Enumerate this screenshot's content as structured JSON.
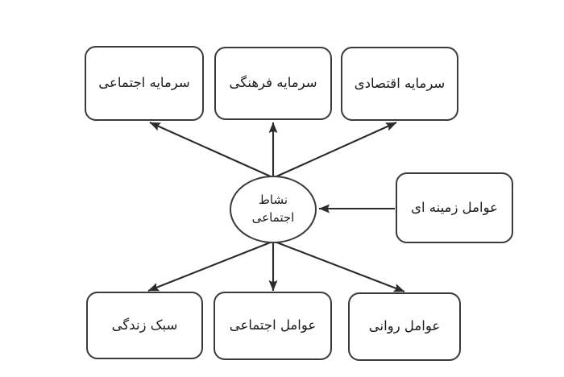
{
  "diagram": {
    "type": "hub-and-spoke conceptual model",
    "language": "fa",
    "direction": "rtl",
    "background_color": "#ffffff",
    "stroke_color": "#3a3a3a",
    "text_color": "#1c1c1c",
    "center": {
      "id": "social-vitality",
      "label_line_1": "نشاط",
      "label_line_2": "اجتماعی",
      "shape": "ellipse"
    },
    "top_nodes": [
      {
        "id": "social-capital",
        "label": "سرمایه اجتماعی"
      },
      {
        "id": "cultural-capital",
        "label": "سرمایه فرهنگی"
      },
      {
        "id": "economic-capital",
        "label": "سرمایه اقتصادی"
      }
    ],
    "right_nodes": [
      {
        "id": "contextual-factors",
        "label": "عوامل زمینه ای"
      }
    ],
    "bottom_nodes": [
      {
        "id": "lifestyle",
        "label": "سبک زندگی"
      },
      {
        "id": "social-factors",
        "label": "عوامل اجتماعی"
      },
      {
        "id": "psychological-factors",
        "label": "عوامل روانی"
      }
    ],
    "edges": [
      {
        "from": "social-vitality",
        "to": "social-capital",
        "direction": "outgoing"
      },
      {
        "from": "social-vitality",
        "to": "cultural-capital",
        "direction": "outgoing"
      },
      {
        "from": "social-vitality",
        "to": "economic-capital",
        "direction": "outgoing"
      },
      {
        "from": "social-vitality",
        "to": "lifestyle",
        "direction": "outgoing"
      },
      {
        "from": "social-vitality",
        "to": "social-factors",
        "direction": "outgoing"
      },
      {
        "from": "social-vitality",
        "to": "psychological-factors",
        "direction": "outgoing"
      },
      {
        "from": "contextual-factors",
        "to": "social-vitality",
        "direction": "incoming"
      }
    ]
  }
}
